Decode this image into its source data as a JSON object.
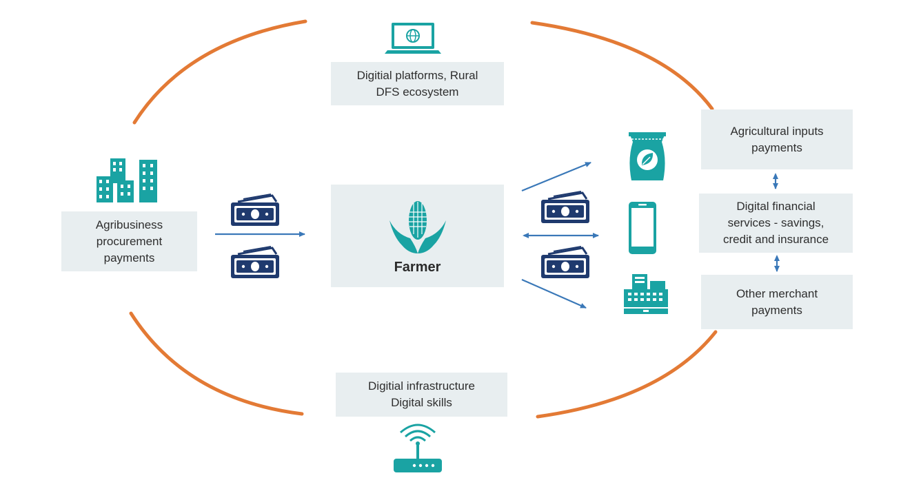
{
  "colors": {
    "ring": "#e37a35",
    "teal": "#1aa3a3",
    "navy": "#1f3a6e",
    "arrow": "#3a78b8",
    "box_bg": "#e8eef0"
  },
  "center": {
    "label": "Farmer",
    "icon": "corn-icon"
  },
  "top": {
    "icon": "laptop-globe-icon",
    "line1": "Digitial platforms, Rural",
    "line2": "DFS ecosystem"
  },
  "bottom": {
    "icon": "wifi-router-icon",
    "line1": "Digitial infrastructure",
    "line2": "Digital skills"
  },
  "left": {
    "icon": "office-buildings-icon",
    "line1": "Agribusiness",
    "line2": "procurement",
    "line3": "payments"
  },
  "right": {
    "items": [
      {
        "icon": "seed-bag-icon",
        "line1": "Agricultural inputs",
        "line2": "payments"
      },
      {
        "icon": "mobile-phone-icon",
        "line1": "Digital financial",
        "line2": "services - savings,",
        "line3": "credit and insurance"
      },
      {
        "icon": "cash-register-icon",
        "line1": "Other merchant",
        "line2": "payments"
      }
    ]
  },
  "money_icon": "banknotes-icon"
}
